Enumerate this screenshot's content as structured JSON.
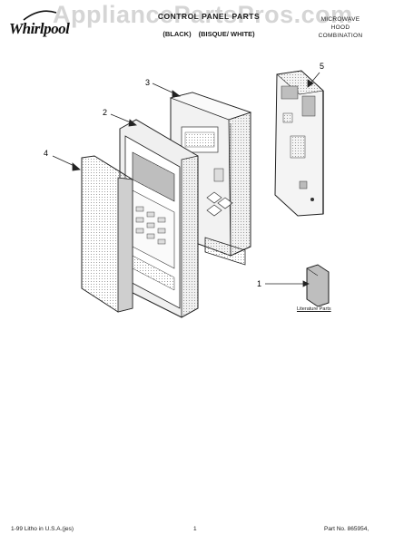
{
  "header": {
    "brand": "Whirlpool",
    "watermark": "AppliancePartsPros.com",
    "title": "CONTROL PANEL PARTS",
    "subtitle_left": "(BLACK)",
    "subtitle_right": "(BISQUE/ WHITE)",
    "product_line1": "MICROWAVE",
    "product_line2": "HOOD",
    "product_line3": "COMBINATION"
  },
  "diagram": {
    "callouts": [
      "1",
      "2",
      "3",
      "4",
      "5"
    ],
    "literature_label": "Literature Parts"
  },
  "footer": {
    "left": "1-99 Litho in U.S.A.(jes)",
    "center": "1",
    "right": "Part No. 865954,"
  }
}
